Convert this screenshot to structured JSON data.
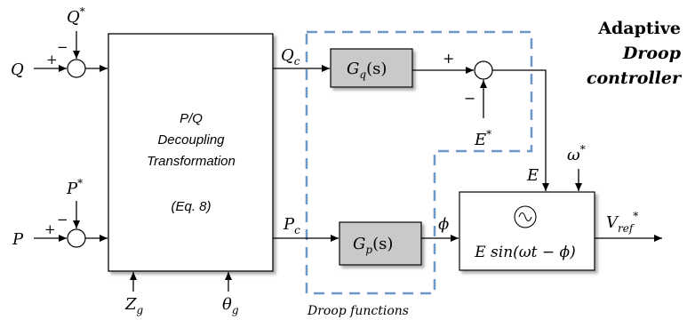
{
  "title": {
    "line1": "Adaptive",
    "line2": "Droop",
    "line3": "controller"
  },
  "block_decoupling": {
    "line1": "P/Q",
    "line2": "Decoupling",
    "line3": "Transformation",
    "line4": "(Eq. 8)"
  },
  "block_gq": {
    "base": "G",
    "sub": "q",
    "arg": "(s)"
  },
  "block_gp": {
    "base": "G",
    "sub": "p",
    "arg": "(s)"
  },
  "block_inverter": {
    "formula": "E sin(ωt − ϕ)"
  },
  "inputs": {
    "q": "Q",
    "q_ref": "Q",
    "p": "P",
    "p_ref": "P",
    "zg": "Z",
    "zg_sub": "g",
    "thetag": "θ",
    "thetag_sub": "g",
    "e_ref": "E",
    "omega_ref": "ω",
    "star": "*"
  },
  "signals": {
    "qc": "Q",
    "qc_sub": "c",
    "pc": "P",
    "pc_sub": "c",
    "e": "E",
    "phi": "ϕ",
    "vref": "V",
    "vref_sub": "ref"
  },
  "signs": {
    "plus": "+",
    "minus": "−"
  },
  "droop_label": "Droop functions",
  "colors": {
    "block_fill": "#c9c9c9",
    "dashed_border": "#6b97c9",
    "line": "#000000"
  }
}
